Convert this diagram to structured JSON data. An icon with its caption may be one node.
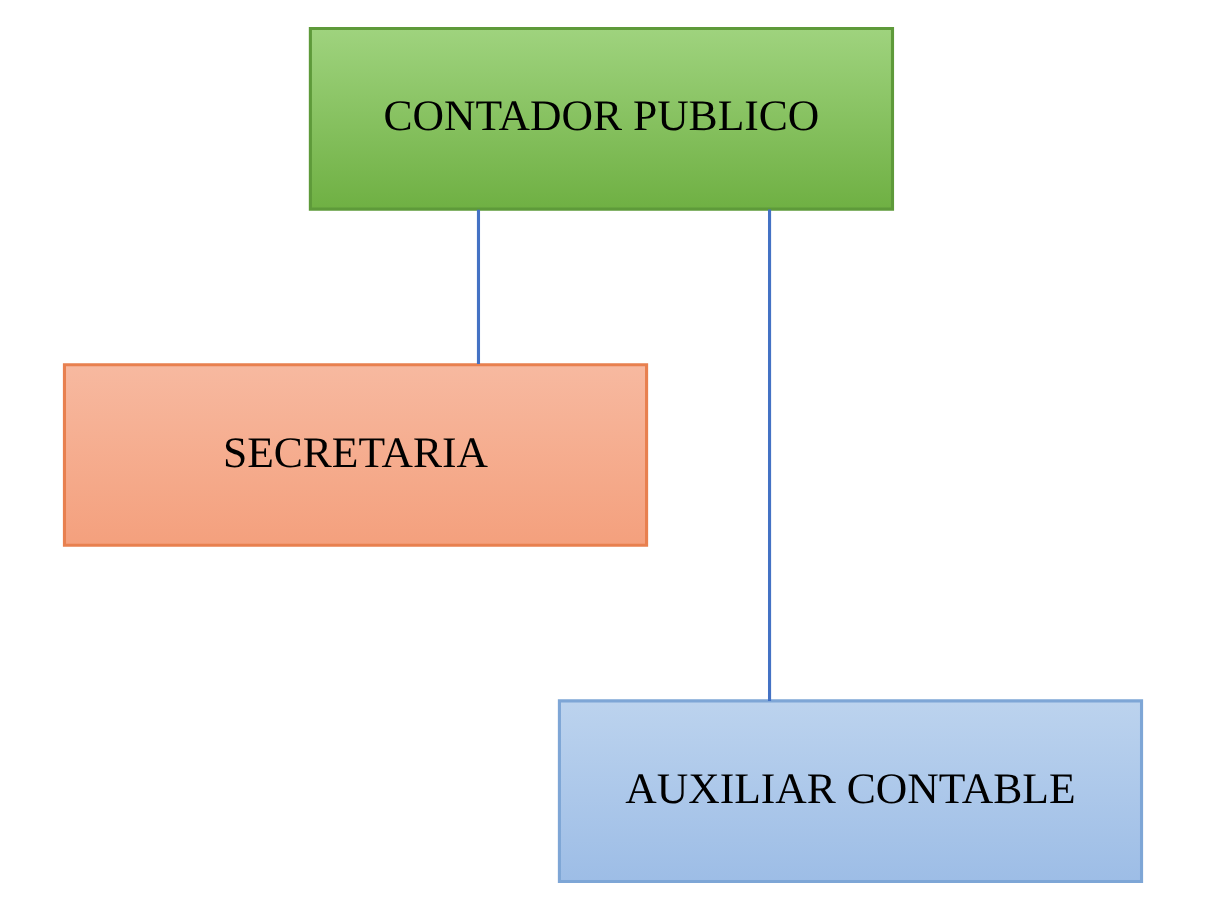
{
  "diagram": {
    "nodes": [
      {
        "text": [
          "CONTADOR PUBLICO"
        ]
      },
      {
        "text": [
          "SECRETARIA"
        ]
      },
      {
        "text": [
          "AUXILIAR CONTABLE"
        ]
      }
    ],
    "edges": [
      {
        "from": 0,
        "to": 1,
        "arrow": "none"
      },
      {
        "from": 0,
        "to": 2,
        "arrow": "none"
      }
    ]
  }
}
